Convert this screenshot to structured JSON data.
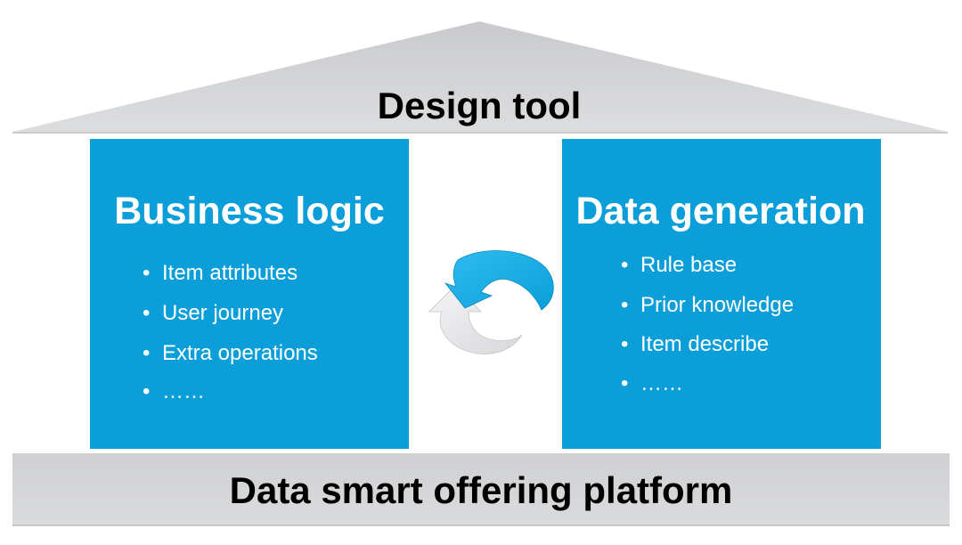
{
  "roof": {
    "label": "Design tool",
    "color": "#d1d2d4"
  },
  "base": {
    "label": "Data smart offering platform",
    "color": "#d1d2d4"
  },
  "pillars": [
    {
      "title": "Business logic",
      "color": "#0b9ed8",
      "items": [
        "Item attributes",
        "User journey",
        "Extra operations",
        "……"
      ]
    },
    {
      "title": "Data generation",
      "color": "#0b9ed8",
      "items": [
        "Rule base",
        "Prior knowledge",
        "Item describe",
        "……"
      ]
    }
  ],
  "cycle": {
    "icon": "refresh-cycle-icon",
    "top_arrow_color": "#19aee7",
    "bottom_arrow_color": "#e7e8ea"
  }
}
